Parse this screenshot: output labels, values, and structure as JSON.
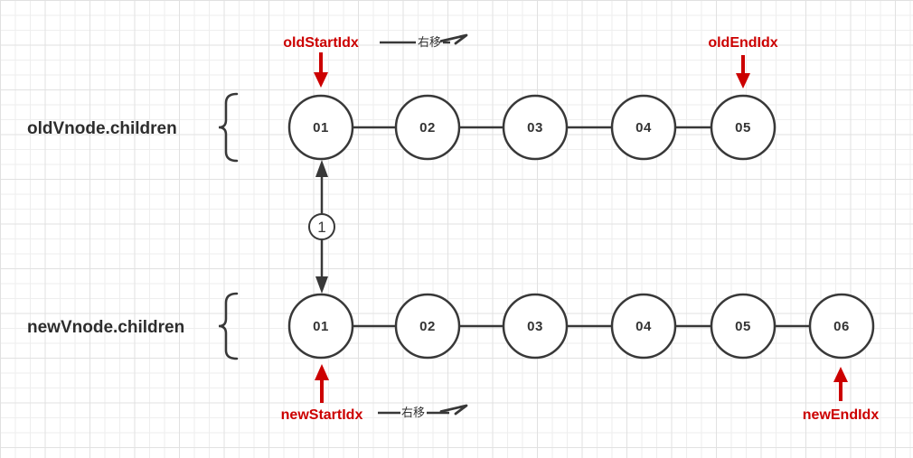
{
  "rows": {
    "old": {
      "label": "oldVnode.children",
      "nodes": [
        "01",
        "02",
        "03",
        "04",
        "05"
      ]
    },
    "new": {
      "label": "newVnode.children",
      "nodes": [
        "01",
        "02",
        "03",
        "04",
        "05",
        "06"
      ]
    }
  },
  "pointers": {
    "old_start": "oldStartIdx",
    "old_end": "oldEndIdx",
    "new_start": "newStartIdx",
    "new_end": "newEndIdx"
  },
  "annotations": {
    "move_right_top": "右移",
    "move_right_bottom": "右移",
    "step_badge": "1"
  },
  "colors": {
    "pointer_red": "#cc0000",
    "shape_stroke": "#383838",
    "grid_minor": "#eeeeee",
    "grid_major": "#e1e1e1"
  }
}
